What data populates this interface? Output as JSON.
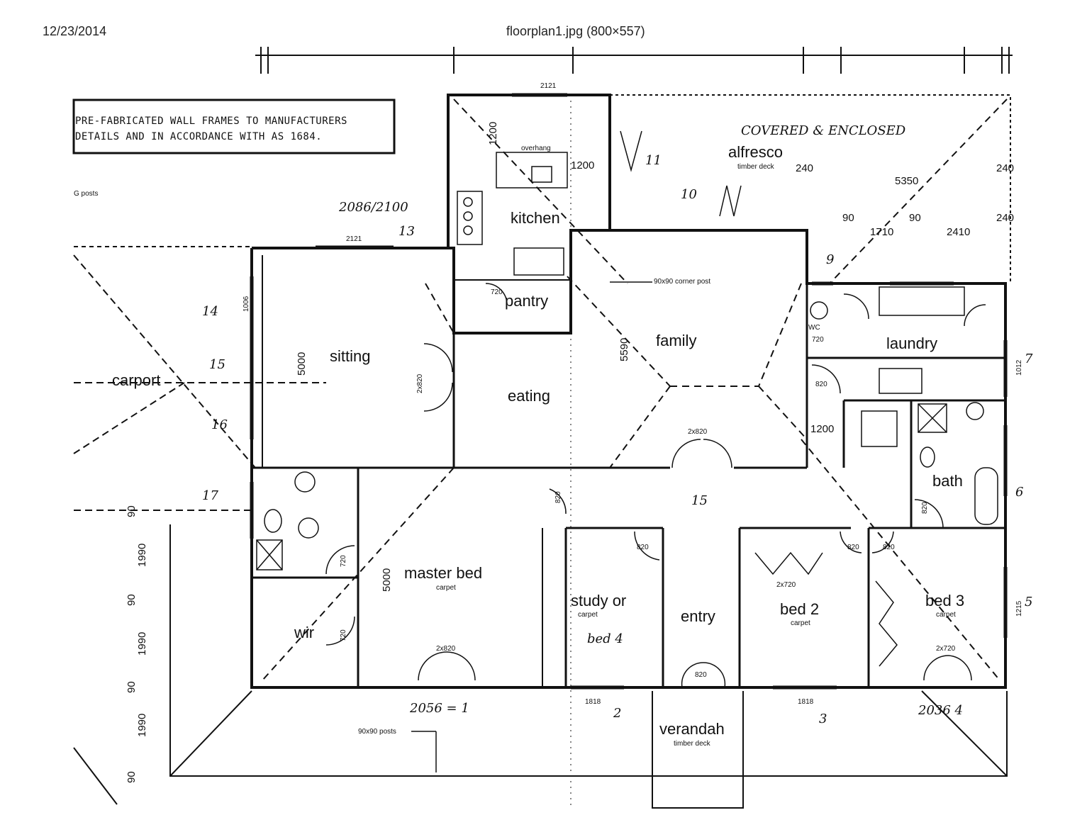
{
  "header": {
    "date": "12/23/2014",
    "title": "floorplan1.jpg (800×557)"
  },
  "note": {
    "line1": "PRE-FABRICATED WALL FRAMES TO MANUFACTURERS",
    "line2": "DETAILS AND IN ACCORDANCE WITH AS 1684."
  },
  "labels": {
    "posts_note": "G posts",
    "posts_90": "90x90 posts",
    "corner_post": "90x90 corner post",
    "overhang": "overhang"
  },
  "rooms": {
    "carport": "carport",
    "kitchen": "kitchen",
    "pantry": "pantry",
    "sitting": "sitting",
    "eating": "eating",
    "family": "family",
    "alfresco": "alfresco",
    "alfresco_sub": "timber deck",
    "laundry": "laundry",
    "wc": "WC",
    "bath": "bath",
    "master_bed": "master bed",
    "master_bed_sub": "carpet",
    "wir": "wir",
    "study": "study or",
    "study_sub": "carpet",
    "entry": "entry",
    "bed2": "bed 2",
    "bed2_sub": "carpet",
    "bed3": "bed 3",
    "bed3_sub": "carpet",
    "verandah": "verandah",
    "verandah_sub": "timber deck"
  },
  "dims": {
    "d5000a": "5000",
    "d5000b": "5000",
    "d5590": "5590",
    "d1200a": "1200",
    "d1200b": "1200",
    "d1200c": "1200",
    "d240a": "240",
    "d240b": "240",
    "d240c": "240",
    "d5350": "5350",
    "d90a": "90",
    "d90b": "90",
    "d1710": "1710",
    "d2410": "2410",
    "d1990a": "1990",
    "d1990b": "1990",
    "d1990c": "1990",
    "d90c": "90",
    "d90d": "90",
    "d90e": "90",
    "d90f": "90",
    "d2121a": "2121",
    "d2121b": "2121",
    "d1818a": "1818",
    "d1818b": "1818",
    "d2x820a": "2x820",
    "d2x820b": "2x820",
    "d2x820c": "2x820",
    "d2x720a": "2x720",
    "d2x720b": "2x720",
    "d820a": "820",
    "d820b": "820",
    "d820c": "820",
    "d820d": "820",
    "d820e": "820",
    "d820f": "820",
    "d820g": "820",
    "d720a": "720",
    "d720b": "720",
    "d720c": "720",
    "d720d": "720",
    "d1215": "1215",
    "d1012": "1012",
    "d1006": "1006"
  },
  "handwriting": {
    "h_covered": "COVERED & ENCLOSED",
    "h_2086": "2086/2100",
    "h_13": "13",
    "h_14": "14",
    "h_15": "15",
    "h_16": "16",
    "h_17": "17",
    "h_11": "11",
    "h_10": "10",
    "h_9": "9",
    "h_7": "7",
    "h_6": "6",
    "h_5": "5",
    "h_4": "2036 4",
    "h_3": "3",
    "h_2": "2",
    "h_1": "2056 = 1",
    "h_bed4": "bed 4",
    "h_oval": "15"
  },
  "chart_data": {
    "type": "diagram",
    "title": "",
    "rooms": [
      "carport",
      "kitchen",
      "pantry",
      "sitting",
      "eating",
      "family",
      "alfresco",
      "laundry",
      "WC",
      "bath",
      "master bed",
      "wir",
      "study or bed 4",
      "entry",
      "bed 2",
      "bed 3",
      "verandah"
    ]
  }
}
